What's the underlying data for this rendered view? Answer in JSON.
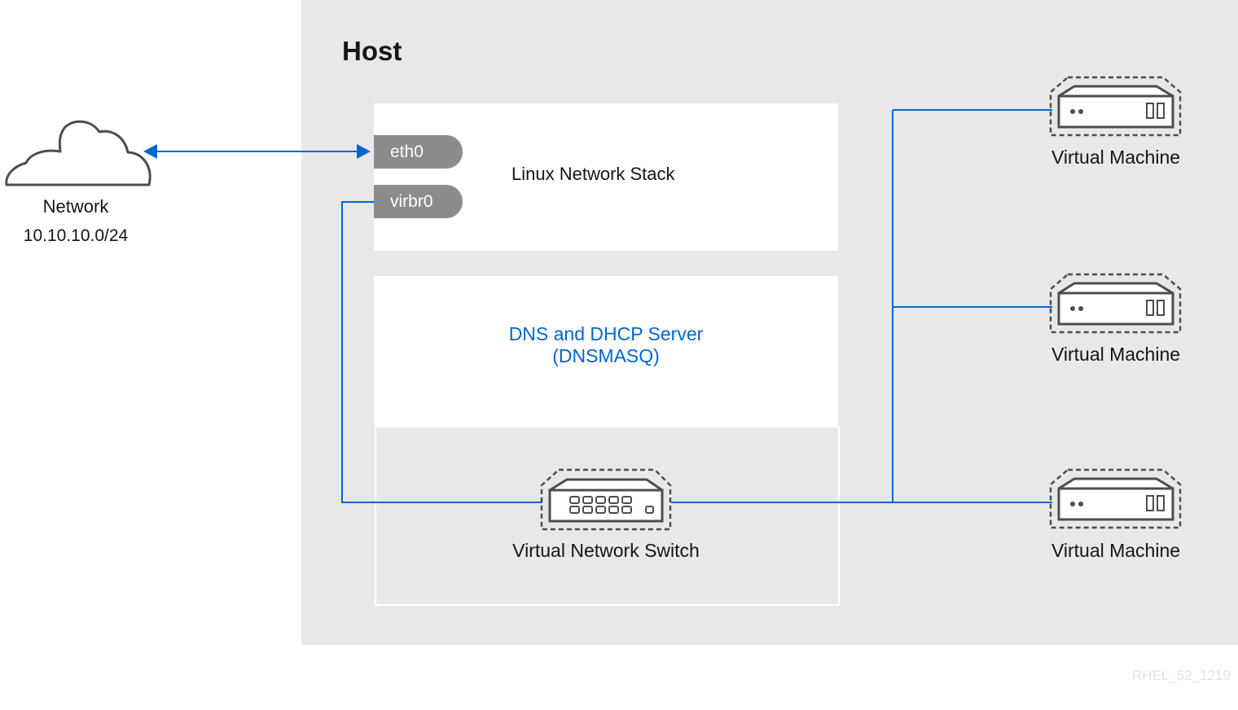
{
  "host": {
    "title": "Host"
  },
  "network": {
    "label": "Network",
    "cidr": "10.10.10.0/24",
    "icon": "cloud-icon"
  },
  "interfaces": {
    "eth0": "eth0",
    "virbr0": "virbr0"
  },
  "linux_stack": {
    "label": "Linux Network Stack"
  },
  "dns_dhcp": {
    "line1": "DNS and DHCP Server",
    "line2": "(DNSMASQ)"
  },
  "switch": {
    "label": "Virtual Network Switch",
    "icon": "network-switch-icon"
  },
  "vms": [
    {
      "label": "Virtual Machine",
      "icon": "server-icon"
    },
    {
      "label": "Virtual Machine",
      "icon": "server-icon"
    },
    {
      "label": "Virtual Machine",
      "icon": "server-icon"
    }
  ],
  "watermark": "RHEL_52_1219",
  "colors": {
    "link": "#0066cc",
    "host_bg": "#e8e8e8",
    "interface": "#8c8c8c",
    "icon_stroke": "#4d4d4d"
  }
}
